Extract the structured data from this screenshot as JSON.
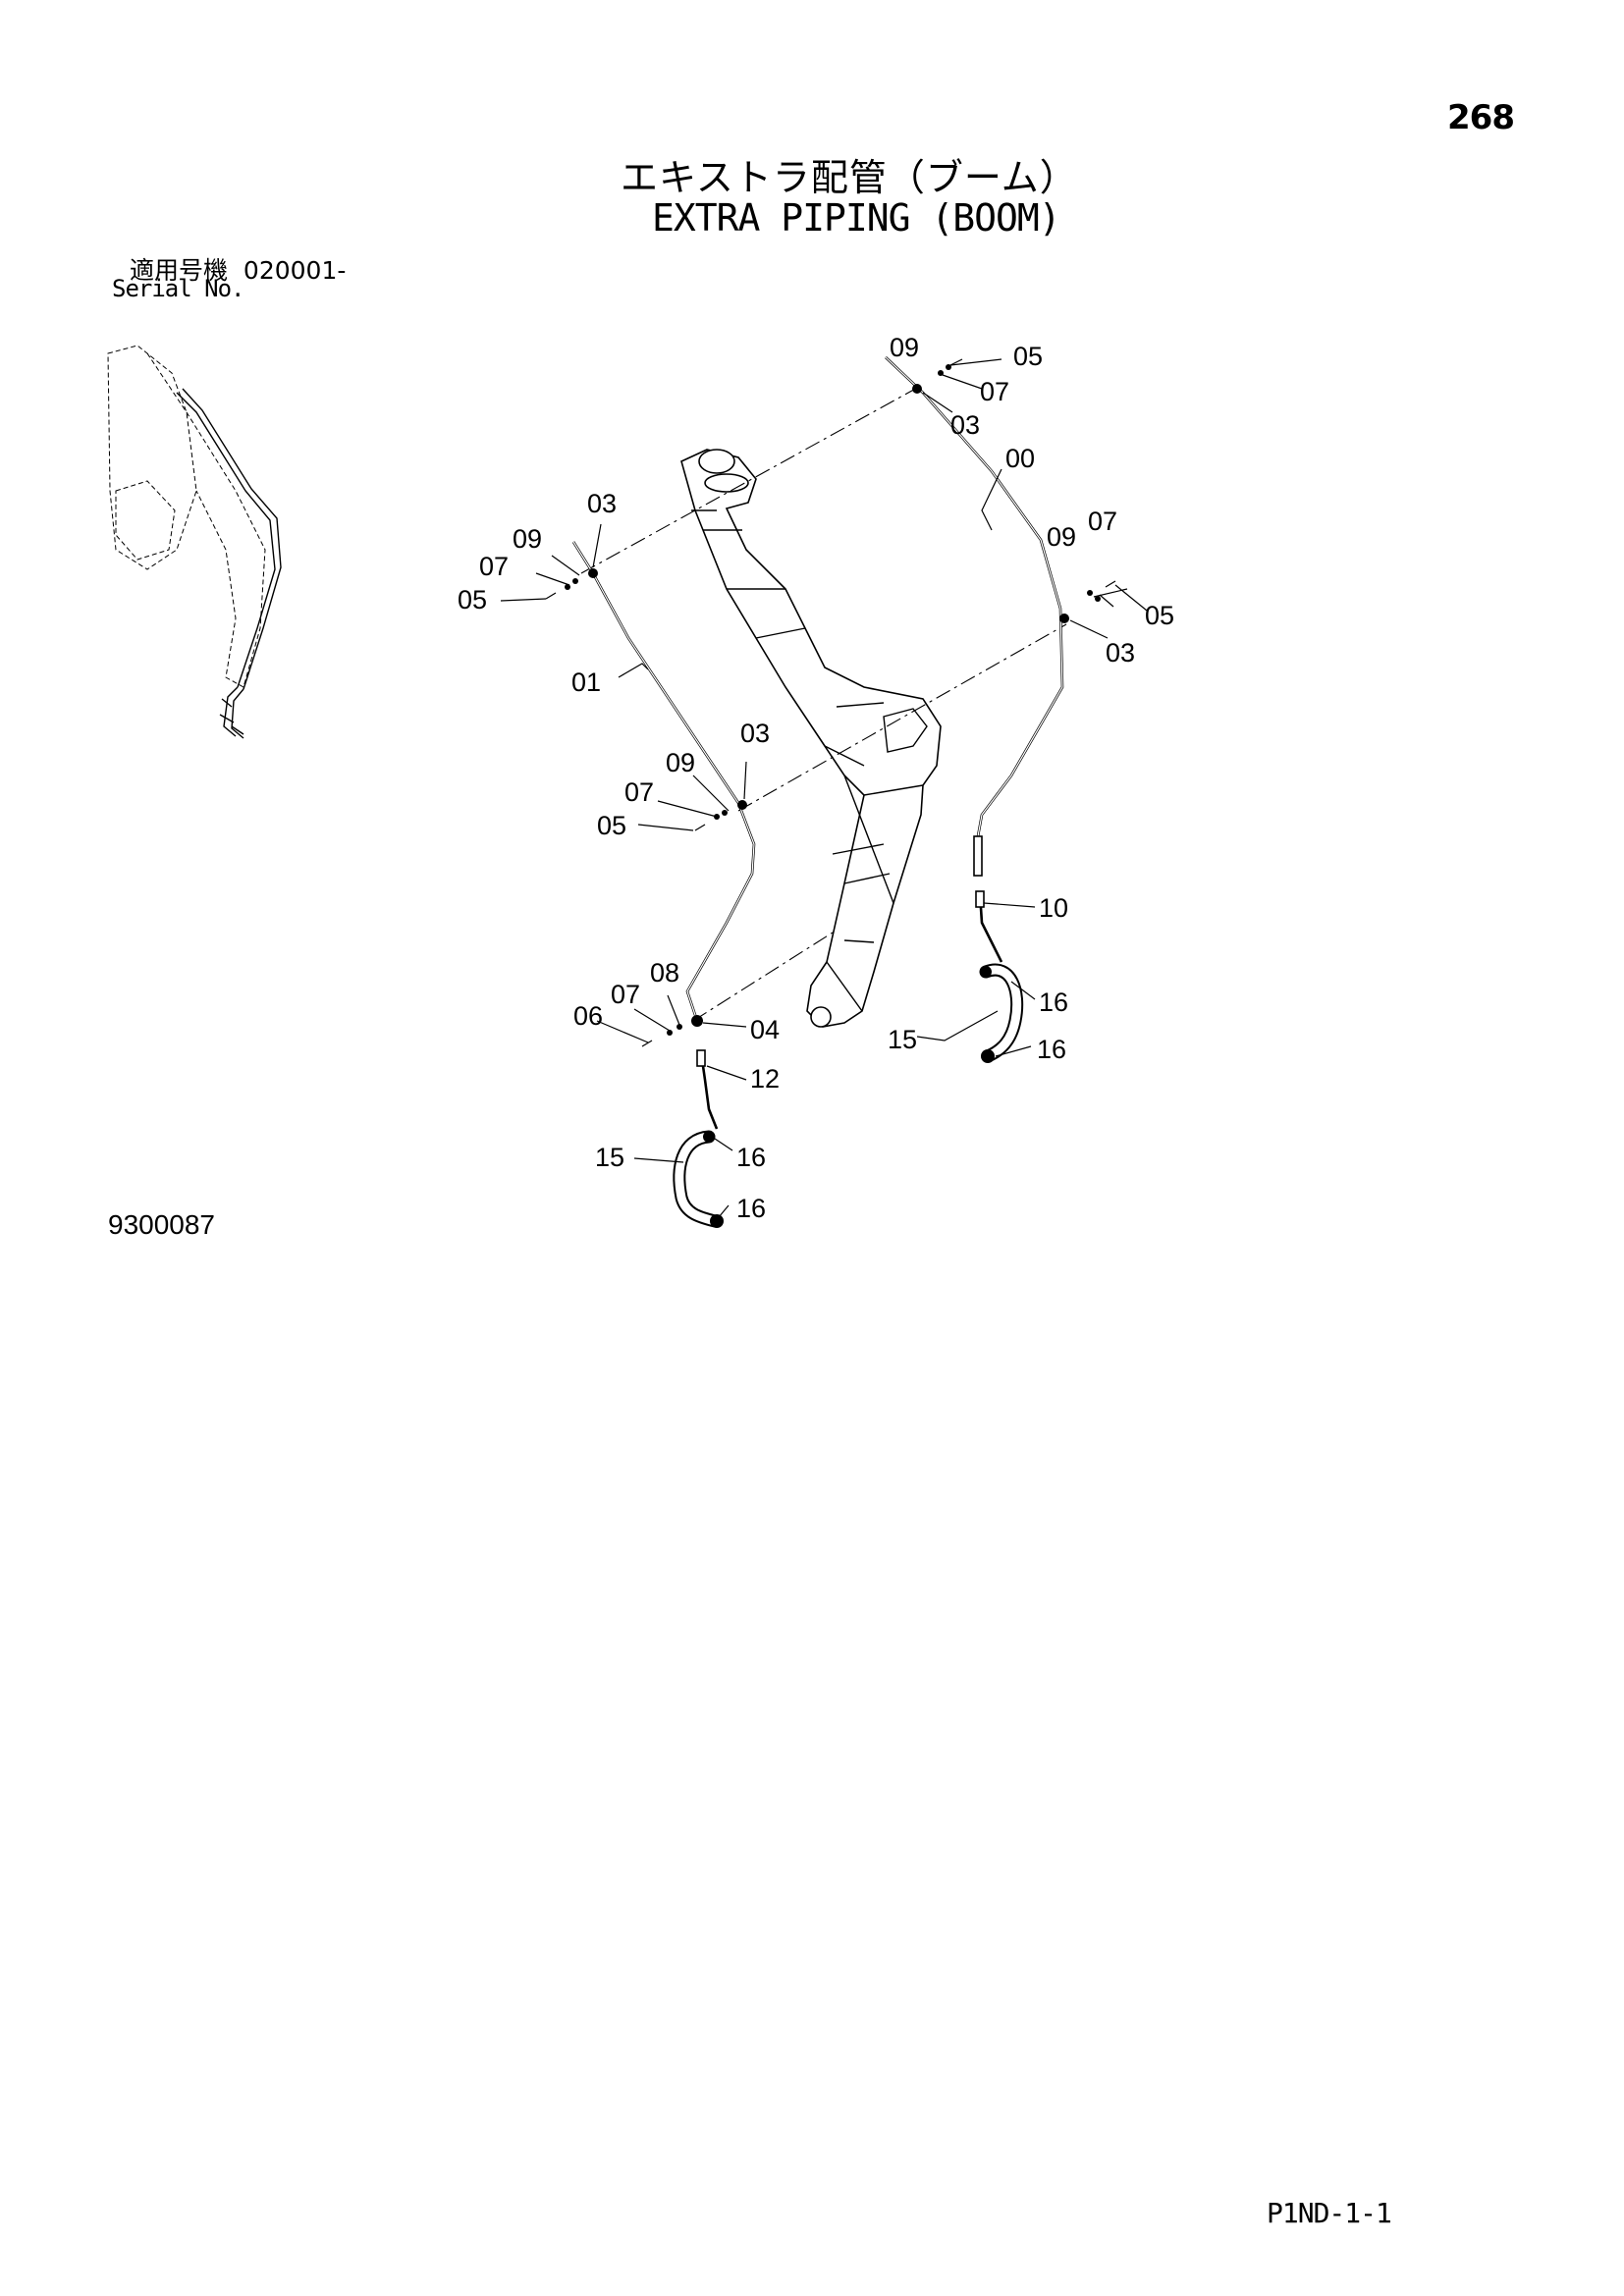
{
  "page_number": "268",
  "title_jp": "エキストラ配管（ブーム）",
  "title_en": "EXTRA PIPING (BOOM)",
  "serial": {
    "label_jp": "適用号機",
    "range": "020001-",
    "label_en": "Serial No."
  },
  "figure_id": "9300087",
  "page_code": "P1ND-1-1",
  "callouts": {
    "c00": "00",
    "c01": "01",
    "c03_top": "03",
    "c03_right": "03",
    "c03_left_top": "03",
    "c03_left_mid": "03",
    "c04": "04",
    "c05_top": "05",
    "c05_right": "05",
    "c05_left_top": "05",
    "c05_left_mid": "05",
    "c06": "06",
    "c07_top": "07",
    "c07_right": "07",
    "c07_left_top": "07",
    "c07_left_mid": "07",
    "c07_lower": "07",
    "c08": "08",
    "c09_top": "09",
    "c09_right": "09",
    "c09_left_top": "09",
    "c09_left_mid": "09",
    "c10": "10",
    "c12": "12",
    "c15_left": "15",
    "c15_right": "15",
    "c16_left_a": "16",
    "c16_left_b": "16",
    "c16_right_a": "16",
    "c16_right_b": "16"
  }
}
